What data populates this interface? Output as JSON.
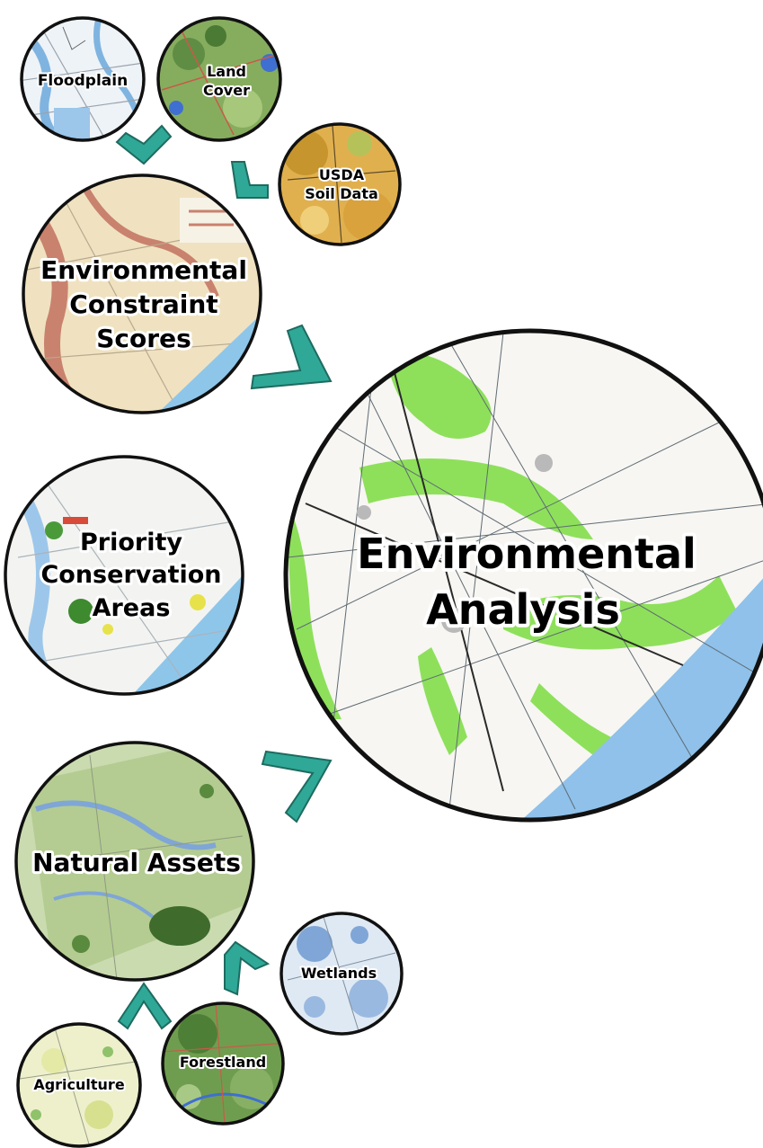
{
  "diagram": {
    "nodes": {
      "floodplain": "Floodplain",
      "land_cover": [
        "Land",
        "Cover"
      ],
      "usda_soil": [
        "USDA",
        "Soil Data"
      ],
      "env_constraint": [
        "Environmental",
        "Constraint",
        "Scores"
      ],
      "priority": [
        "Priority",
        "Conservation",
        "Areas"
      ],
      "env_analysis": [
        "Environmental",
        "Analysis"
      ],
      "natural_assets": "Natural Assets",
      "wetlands": "Wetlands",
      "forestland": "Forestland",
      "agriculture": "Agriculture"
    },
    "colors": {
      "arrow": "#2fa897",
      "arrow_outline": "#1d6b60",
      "circle_border": "#111111",
      "ocean": "#8fc1ea",
      "green_area": "#8ee05b",
      "map_bg": "#f4f1ea",
      "soil_orange": "#e3b24e",
      "forest_green": "#6f9d4f",
      "wetland_blue": "#7fa6d6",
      "agri_yellow": "#eef0c8"
    }
  }
}
